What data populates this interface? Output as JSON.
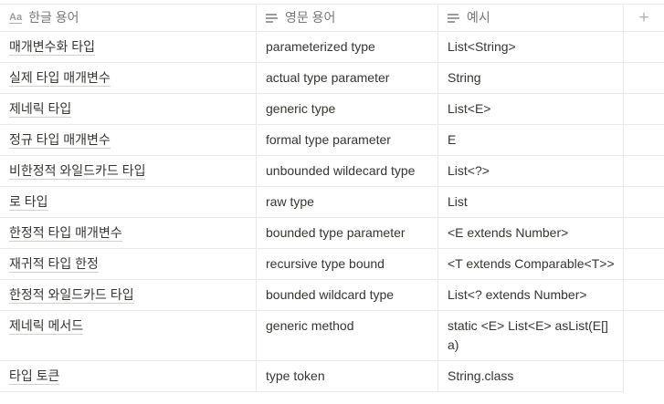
{
  "colors": {
    "background": "#ffffff",
    "text": "#37352f",
    "header_text": "#787774",
    "border": "#e9e9e7",
    "title_underline": "#d3d1cb",
    "plus_icon": "#b4b2ae"
  },
  "table": {
    "columns": [
      {
        "id": "ko",
        "label": "한글 용어",
        "icon": "title-icon",
        "type": "title"
      },
      {
        "id": "en",
        "label": "영문 용어",
        "icon": "text-icon",
        "type": "text"
      },
      {
        "id": "example",
        "label": "예시",
        "icon": "text-icon",
        "type": "text"
      }
    ],
    "add_column_icon": "plus-icon",
    "rows": [
      {
        "ko": "매개변수화 타입",
        "en": "parameterized type",
        "example": "List<String>"
      },
      {
        "ko": "실제 타입 매개변수",
        "en": "actual type parameter",
        "example": "String"
      },
      {
        "ko": "제네릭 타입",
        "en": "generic type",
        "example": "List<E>"
      },
      {
        "ko": "정규 타입 매개변수",
        "en": "formal type parameter",
        "example": "E"
      },
      {
        "ko": "비한정적 와일드카드 타입",
        "en": "unbounded wildecard type",
        "example": "List<?>"
      },
      {
        "ko": "로 타입",
        "en": "raw type",
        "example": "List"
      },
      {
        "ko": "한정적 타입 매개변수",
        "en": "bounded type parameter",
        "example": "<E extends Number>"
      },
      {
        "ko": "재귀적 타입 한정",
        "en": "recursive type bound",
        "example": "<T extends Comparable<T>>"
      },
      {
        "ko": "한정적 와일드카드 타입",
        "en": "bounded wildcard type",
        "example": "List<? extends Number>"
      },
      {
        "ko": "제네릭 메서드",
        "en": "generic method",
        "example": "static <E> List<E> asList(E[] a)"
      },
      {
        "ko": "타입 토큰",
        "en": "type token",
        "example": "String.class"
      }
    ]
  }
}
